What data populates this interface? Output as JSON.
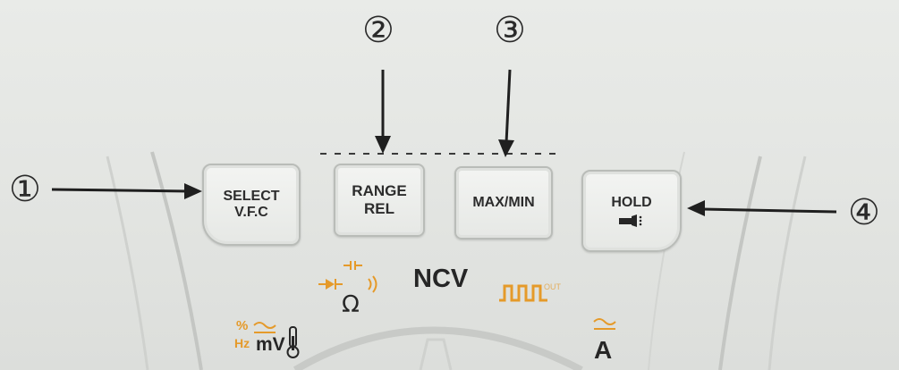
{
  "callouts": [
    {
      "number": "①"
    },
    {
      "number": "②"
    },
    {
      "number": "③"
    },
    {
      "number": "④"
    }
  ],
  "buttons": {
    "select": {
      "line1": "SELECT",
      "line2": "V.F.C"
    },
    "range": {
      "line1": "RANGE",
      "line2": "REL"
    },
    "maxmin": {
      "label": "MAX/MIN"
    },
    "hold": {
      "label": "HOLD"
    }
  },
  "dial": {
    "ncv": "NCV",
    "ohm": "Ω",
    "mv": "mV",
    "hz": "Hz",
    "percent": "%",
    "amp": "A",
    "out": "OUT"
  },
  "colors": {
    "accent": "#e59a2a",
    "text": "#262626"
  }
}
